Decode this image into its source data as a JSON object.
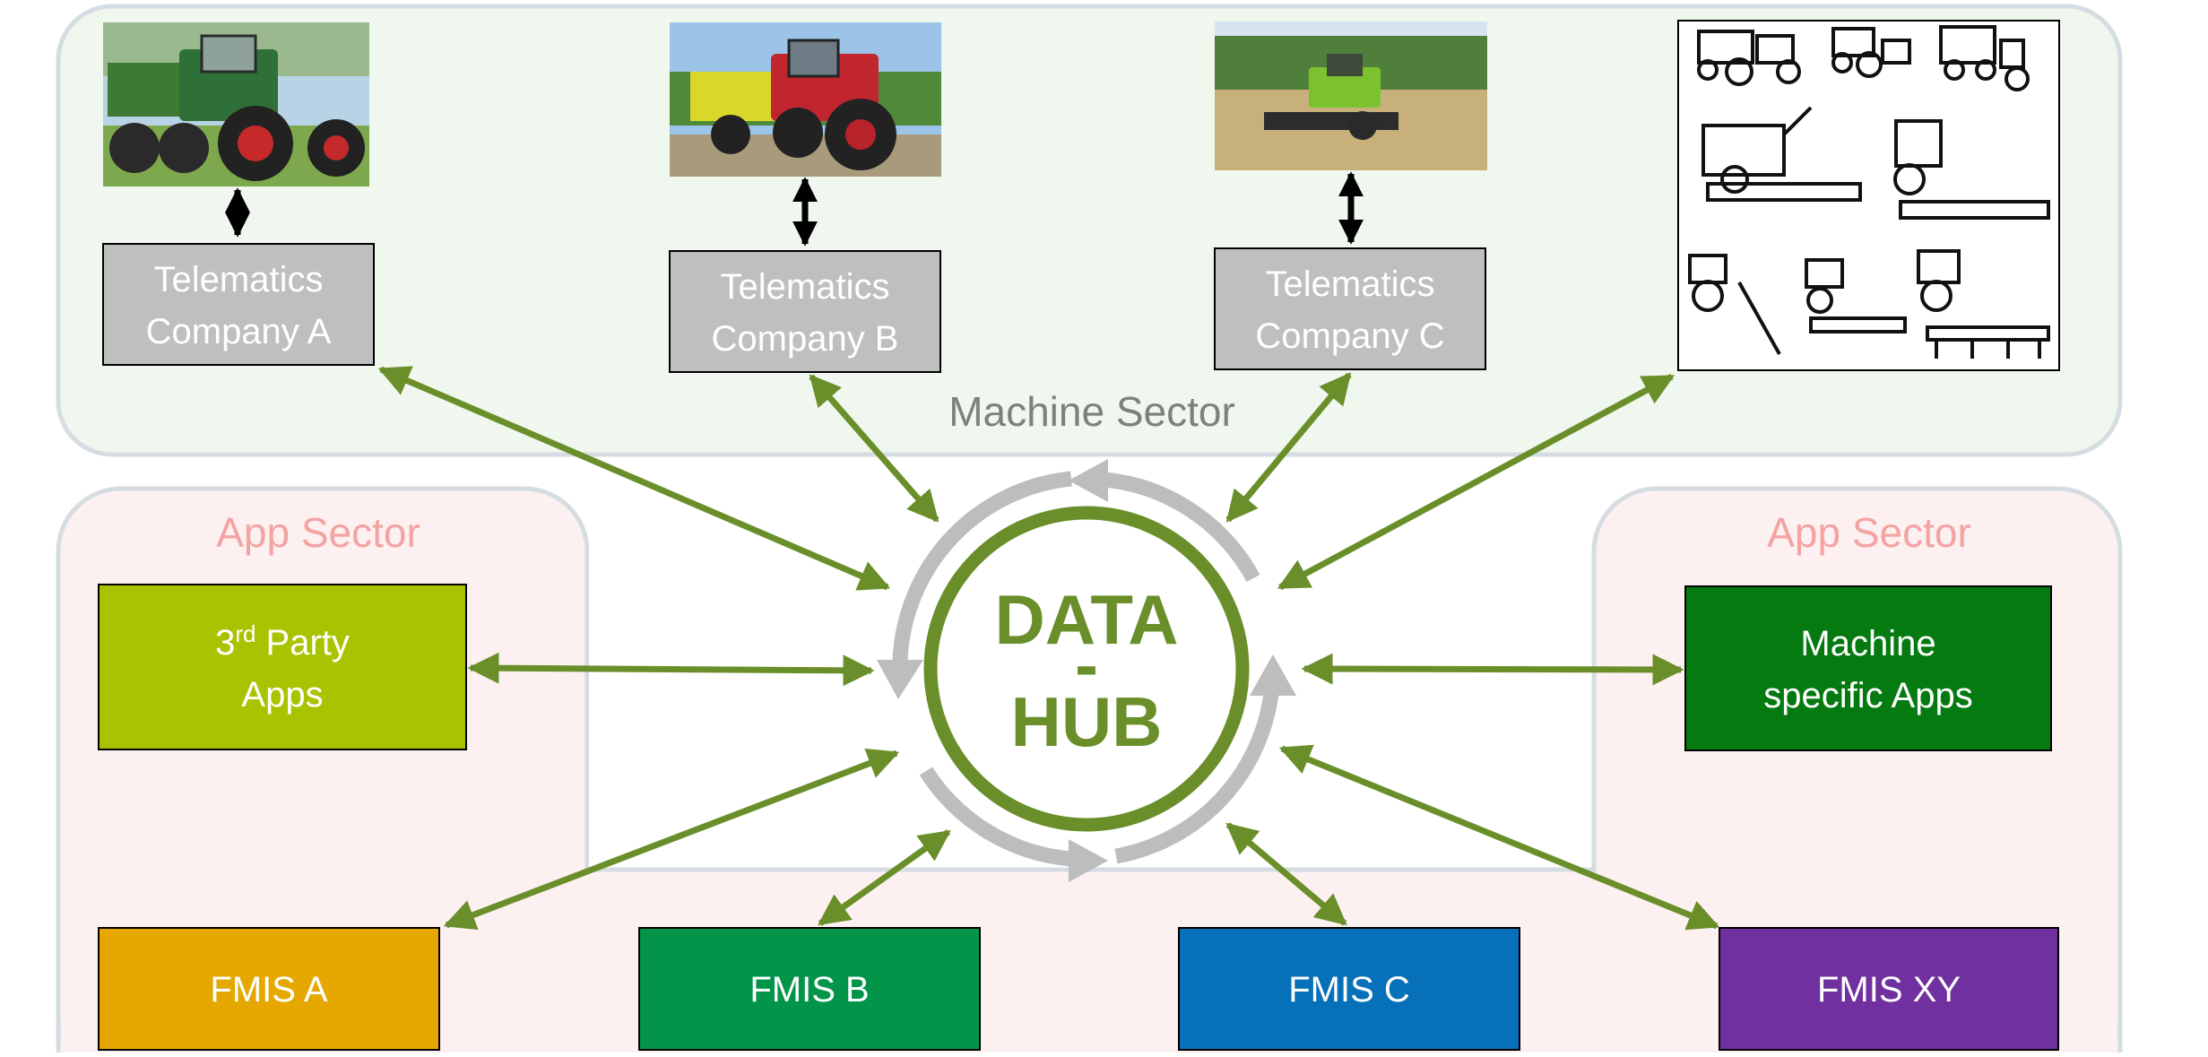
{
  "colors": {
    "machine_sector_bg": "#f0f7ef",
    "app_sector_bg": "#fdf0f0",
    "sector_border": "#d5dde3",
    "machine_title": "#7f7f7f",
    "app_title": "#f4a3a3",
    "telematics_box": "#bfbfbf",
    "arrow_green": "#6a8f2a",
    "hub_green": "#6a8f2a",
    "hub_ring_gray": "#bdbdbd",
    "third_party": "#a8c400",
    "machine_apps": "#047a10",
    "fmis_a": "#e6a800",
    "fmis_b": "#02954a",
    "fmis_c": "#0670b8",
    "fmis_xy": "#7030a0"
  },
  "machine_sector": {
    "title": "Machine Sector",
    "telematics": [
      {
        "line1": "Telematics",
        "line2": "Company A",
        "photo": "green-tractor-with-trailer"
      },
      {
        "line1": "Telematics",
        "line2": "Company B",
        "photo": "red-tractor-with-yellow-trailer"
      },
      {
        "line1": "Telematics",
        "line2": "Company C",
        "photo": "green-combine-harvester"
      }
    ],
    "machinery_illustration": "black-white-farm-machinery-sketches"
  },
  "app_sector_left": {
    "title": "App Sector"
  },
  "app_sector_right": {
    "title": "App Sector"
  },
  "third_party_apps": {
    "prefix": "3",
    "superscript": "rd",
    "line1_rest": " Party",
    "line2": "Apps"
  },
  "machine_apps": {
    "line1": "Machine",
    "line2": "specific Apps"
  },
  "hub": {
    "line1": "DATA",
    "line2": "-",
    "line3": "HUB"
  },
  "fmis": [
    {
      "label": "FMIS A"
    },
    {
      "label": "FMIS B"
    },
    {
      "label": "FMIS C"
    },
    {
      "label": "FMIS XY"
    }
  ]
}
